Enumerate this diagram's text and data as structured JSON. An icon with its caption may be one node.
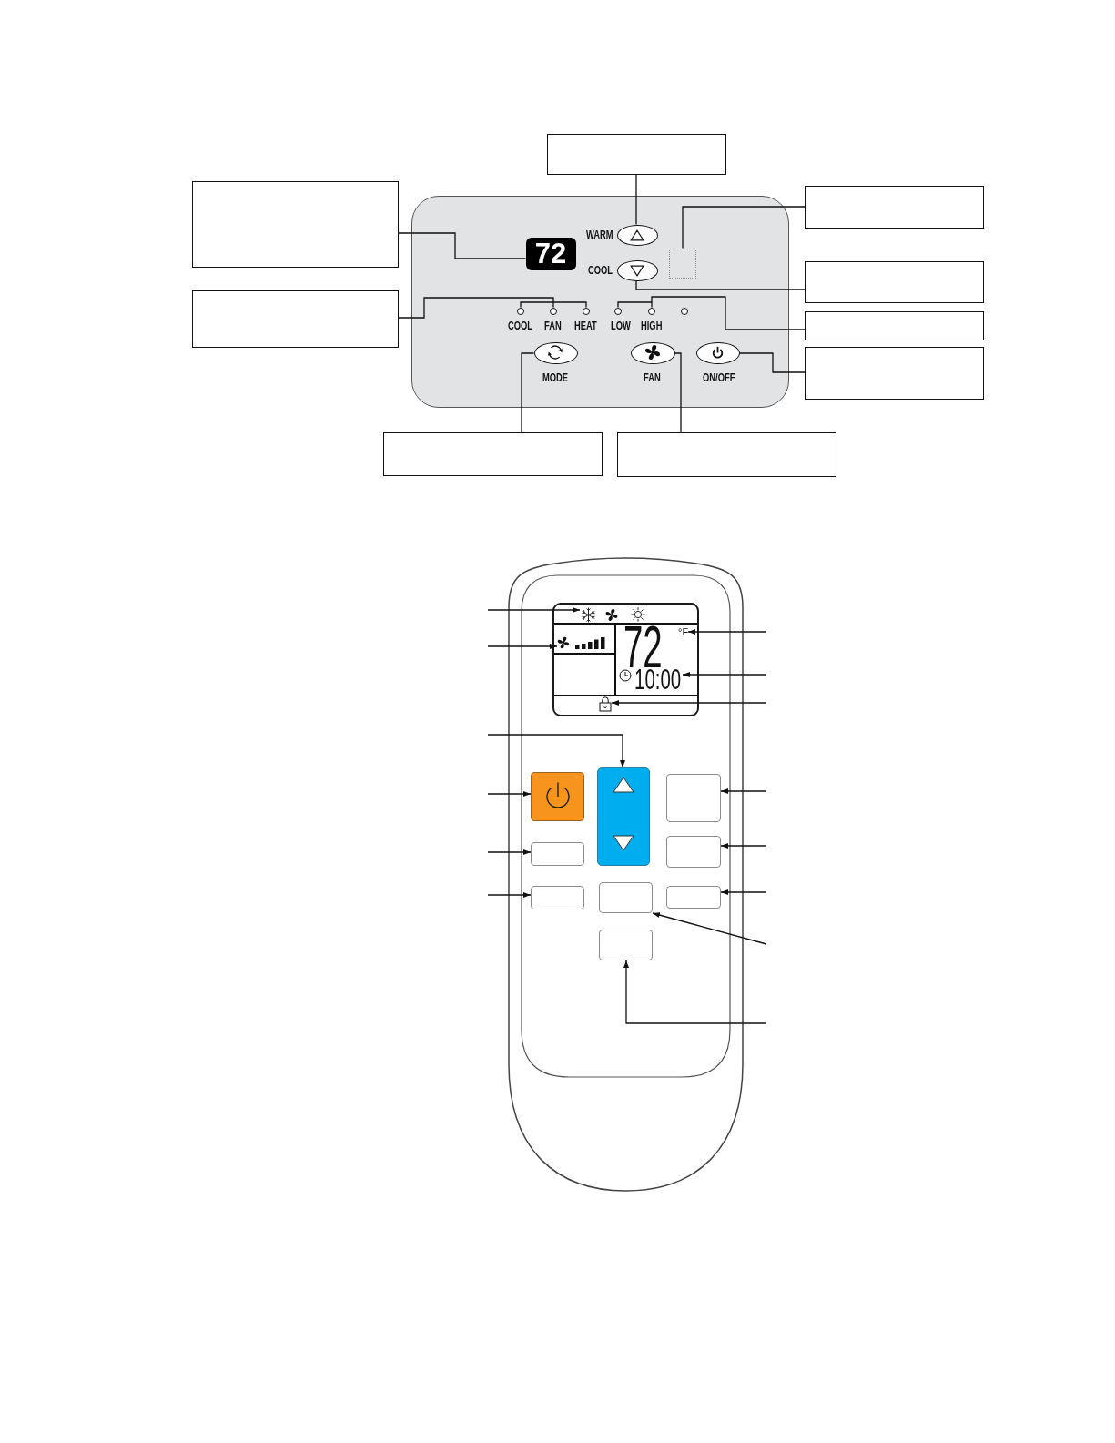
{
  "diagram": {
    "nodes": [
      {
        "text": [],
        "shape": "box"
      },
      {
        "text": [],
        "shape": "box"
      },
      {
        "text": [],
        "shape": "box"
      },
      {
        "text": [],
        "shape": "box"
      },
      {
        "text": [],
        "shape": "box"
      },
      {
        "text": [],
        "shape": "box"
      },
      {
        "text": [],
        "shape": "box"
      },
      {
        "text": [],
        "shape": "box"
      },
      {
        "text": [],
        "shape": "box"
      },
      {
        "text": [],
        "shape": "box"
      },
      {
        "text": [],
        "shape": "oval",
        "in": 9,
        "beside": [
          "WARM"
        ]
      },
      {
        "text": [
          "72"
        ],
        "in": 9
      },
      {
        "text": [],
        "shape": "box",
        "in": 9
      },
      {
        "text": [],
        "shape": "oval",
        "in": 9,
        "beside": [
          "COOL"
        ]
      },
      {
        "text": [],
        "shape": "circle",
        "in": 9,
        "beside": [
          "COOL"
        ]
      },
      {
        "text": [],
        "shape": "circle",
        "in": 9,
        "beside": [
          "FAN"
        ]
      },
      {
        "text": [],
        "shape": "circle",
        "in": 9,
        "beside": [
          "HEAT"
        ]
      },
      {
        "text": [],
        "shape": "circle",
        "in": 9,
        "beside": [
          "LOW"
        ]
      },
      {
        "text": [],
        "shape": "circle",
        "in": 9,
        "beside": [
          "HIGH"
        ]
      },
      {
        "text": [],
        "shape": "circle",
        "in": 9
      },
      {
        "text": [],
        "shape": "oval",
        "in": 9,
        "beside": [
          "MODE"
        ]
      },
      {
        "text": [],
        "shape": "oval",
        "in": 9,
        "beside": [
          "FAN"
        ]
      },
      {
        "text": [],
        "shape": "oval",
        "in": 9,
        "beside": [
          "ON/OFF"
        ]
      },
      {
        "text": [],
        "shape": "box"
      },
      {
        "text": [],
        "shape": "box",
        "in": 23
      },
      {
        "text": [],
        "shape": "picture",
        "in": 24
      },
      {
        "text": [],
        "shape": "picture",
        "in": 24
      },
      {
        "text": [
          "°F"
        ],
        "in": 24
      },
      {
        "text": [
          "10:00"
        ],
        "in": 24
      },
      {
        "text": [],
        "shape": "picture",
        "in": 24
      },
      {
        "text": [],
        "shape": "box",
        "in": 23
      },
      {
        "text": [],
        "shape": "box",
        "in": 23
      },
      {
        "text": [],
        "shape": "box",
        "in": 23
      },
      {
        "text": [],
        "shape": "box",
        "in": 23
      },
      {
        "text": [],
        "shape": "box",
        "in": 23
      },
      {
        "text": [],
        "shape": "box",
        "in": 23
      },
      {
        "text": [],
        "shape": "box",
        "in": 23
      },
      {
        "text": [],
        "shape": "box",
        "in": 23
      },
      {
        "text": [],
        "shape": "box",
        "in": 23
      }
    ],
    "edges": [
      {
        "from": 0,
        "to": 10,
        "arrow": "none"
      },
      {
        "from": 1,
        "to": 11,
        "arrow": "none"
      },
      {
        "from": 2,
        "to": 12,
        "arrow": "none"
      },
      {
        "from": 3,
        "to": 13,
        "arrow": "none"
      },
      {
        "from": 4,
        "to": 14,
        "arrow": "none"
      },
      {
        "from": 4,
        "to": 15,
        "arrow": "none"
      },
      {
        "from": 4,
        "to": 16,
        "arrow": "none"
      },
      {
        "from": 5,
        "to": 17,
        "arrow": "none"
      },
      {
        "from": 5,
        "to": 18,
        "arrow": "none"
      },
      {
        "from": 6,
        "to": 22,
        "arrow": "none"
      },
      {
        "from": 7,
        "to": 20,
        "arrow": "none"
      },
      {
        "from": 8,
        "to": 21,
        "arrow": "none"
      },
      {
        "from": null,
        "to": 25,
        "arrow": "to"
      },
      {
        "from": null,
        "to": 26,
        "arrow": "to"
      },
      {
        "from": null,
        "to": 27,
        "arrow": "to"
      },
      {
        "from": null,
        "to": 28,
        "arrow": "to"
      },
      {
        "from": null,
        "to": 29,
        "arrow": "to"
      },
      {
        "from": null,
        "to": 31,
        "arrow": "to"
      },
      {
        "from": null,
        "to": 30,
        "arrow": "to"
      },
      {
        "from": null,
        "to": 33,
        "arrow": "to"
      },
      {
        "from": null,
        "to": 35,
        "arrow": "to"
      },
      {
        "from": null,
        "to": 32,
        "arrow": "to"
      },
      {
        "from": null,
        "to": 34,
        "arrow": "to"
      },
      {
        "from": null,
        "to": 37,
        "arrow": "to"
      },
      {
        "from": null,
        "to": 36,
        "arrow": "to"
      },
      {
        "from": null,
        "to": 38,
        "arrow": "to"
      }
    ],
    "labels": [
      "72"
    ]
  }
}
